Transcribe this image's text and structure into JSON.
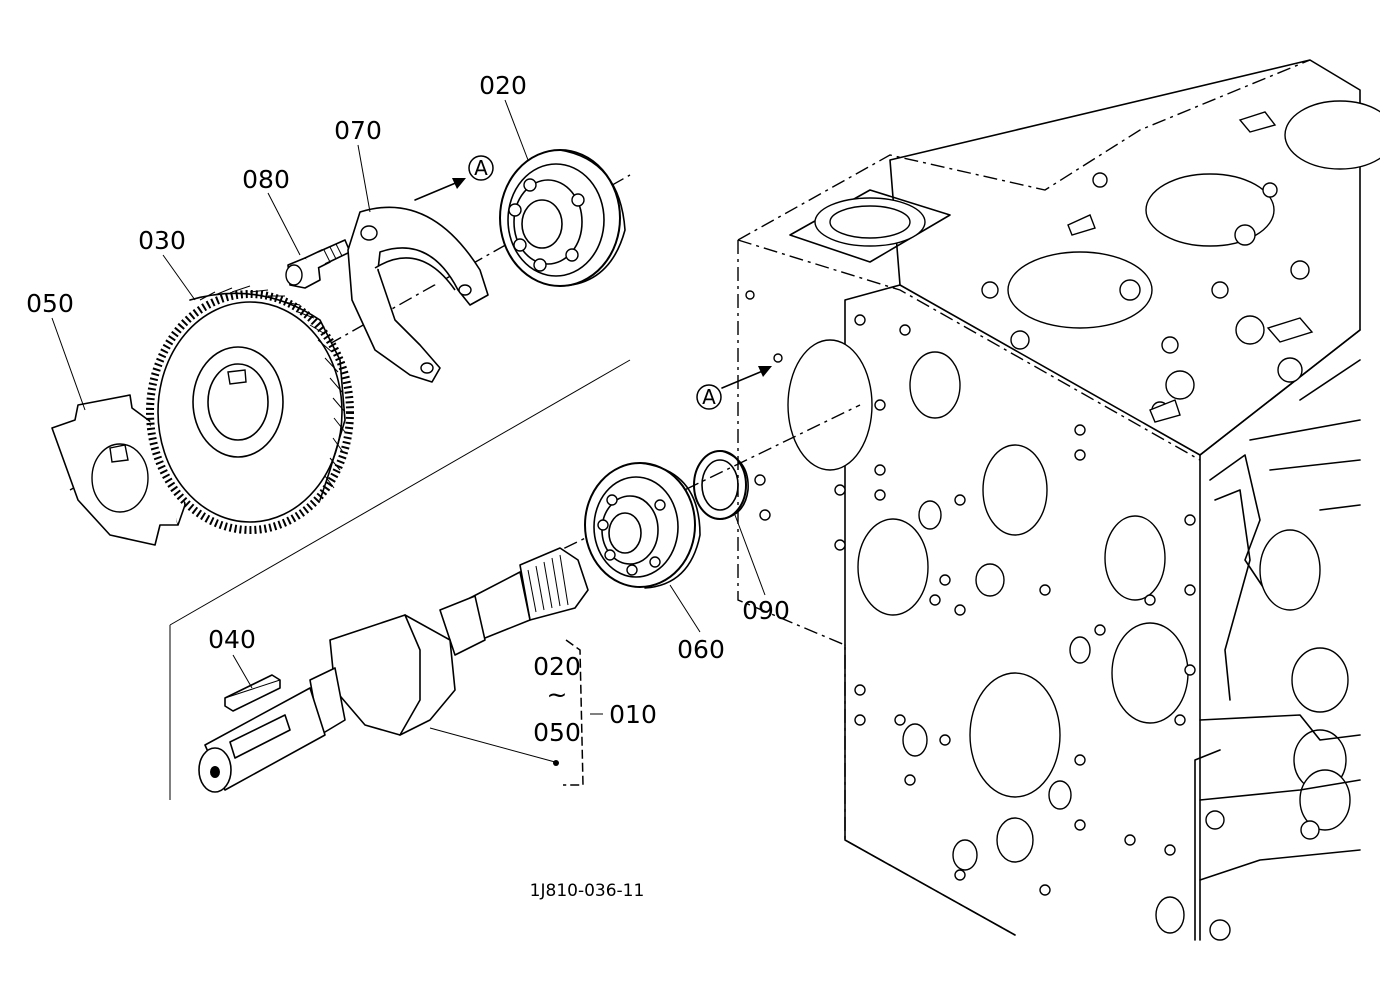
{
  "labels": {
    "p020": "020",
    "p070": "070",
    "p080": "080",
    "p030": "030",
    "p050": "050",
    "p040": "040",
    "p060": "060",
    "p090": "090",
    "p010": "010",
    "range_from": "020",
    "range_sep": "~",
    "range_to": "050"
  },
  "callouts": {
    "a_top": "A",
    "a_mid": "A"
  },
  "drawing_code": "1J810-036-11"
}
